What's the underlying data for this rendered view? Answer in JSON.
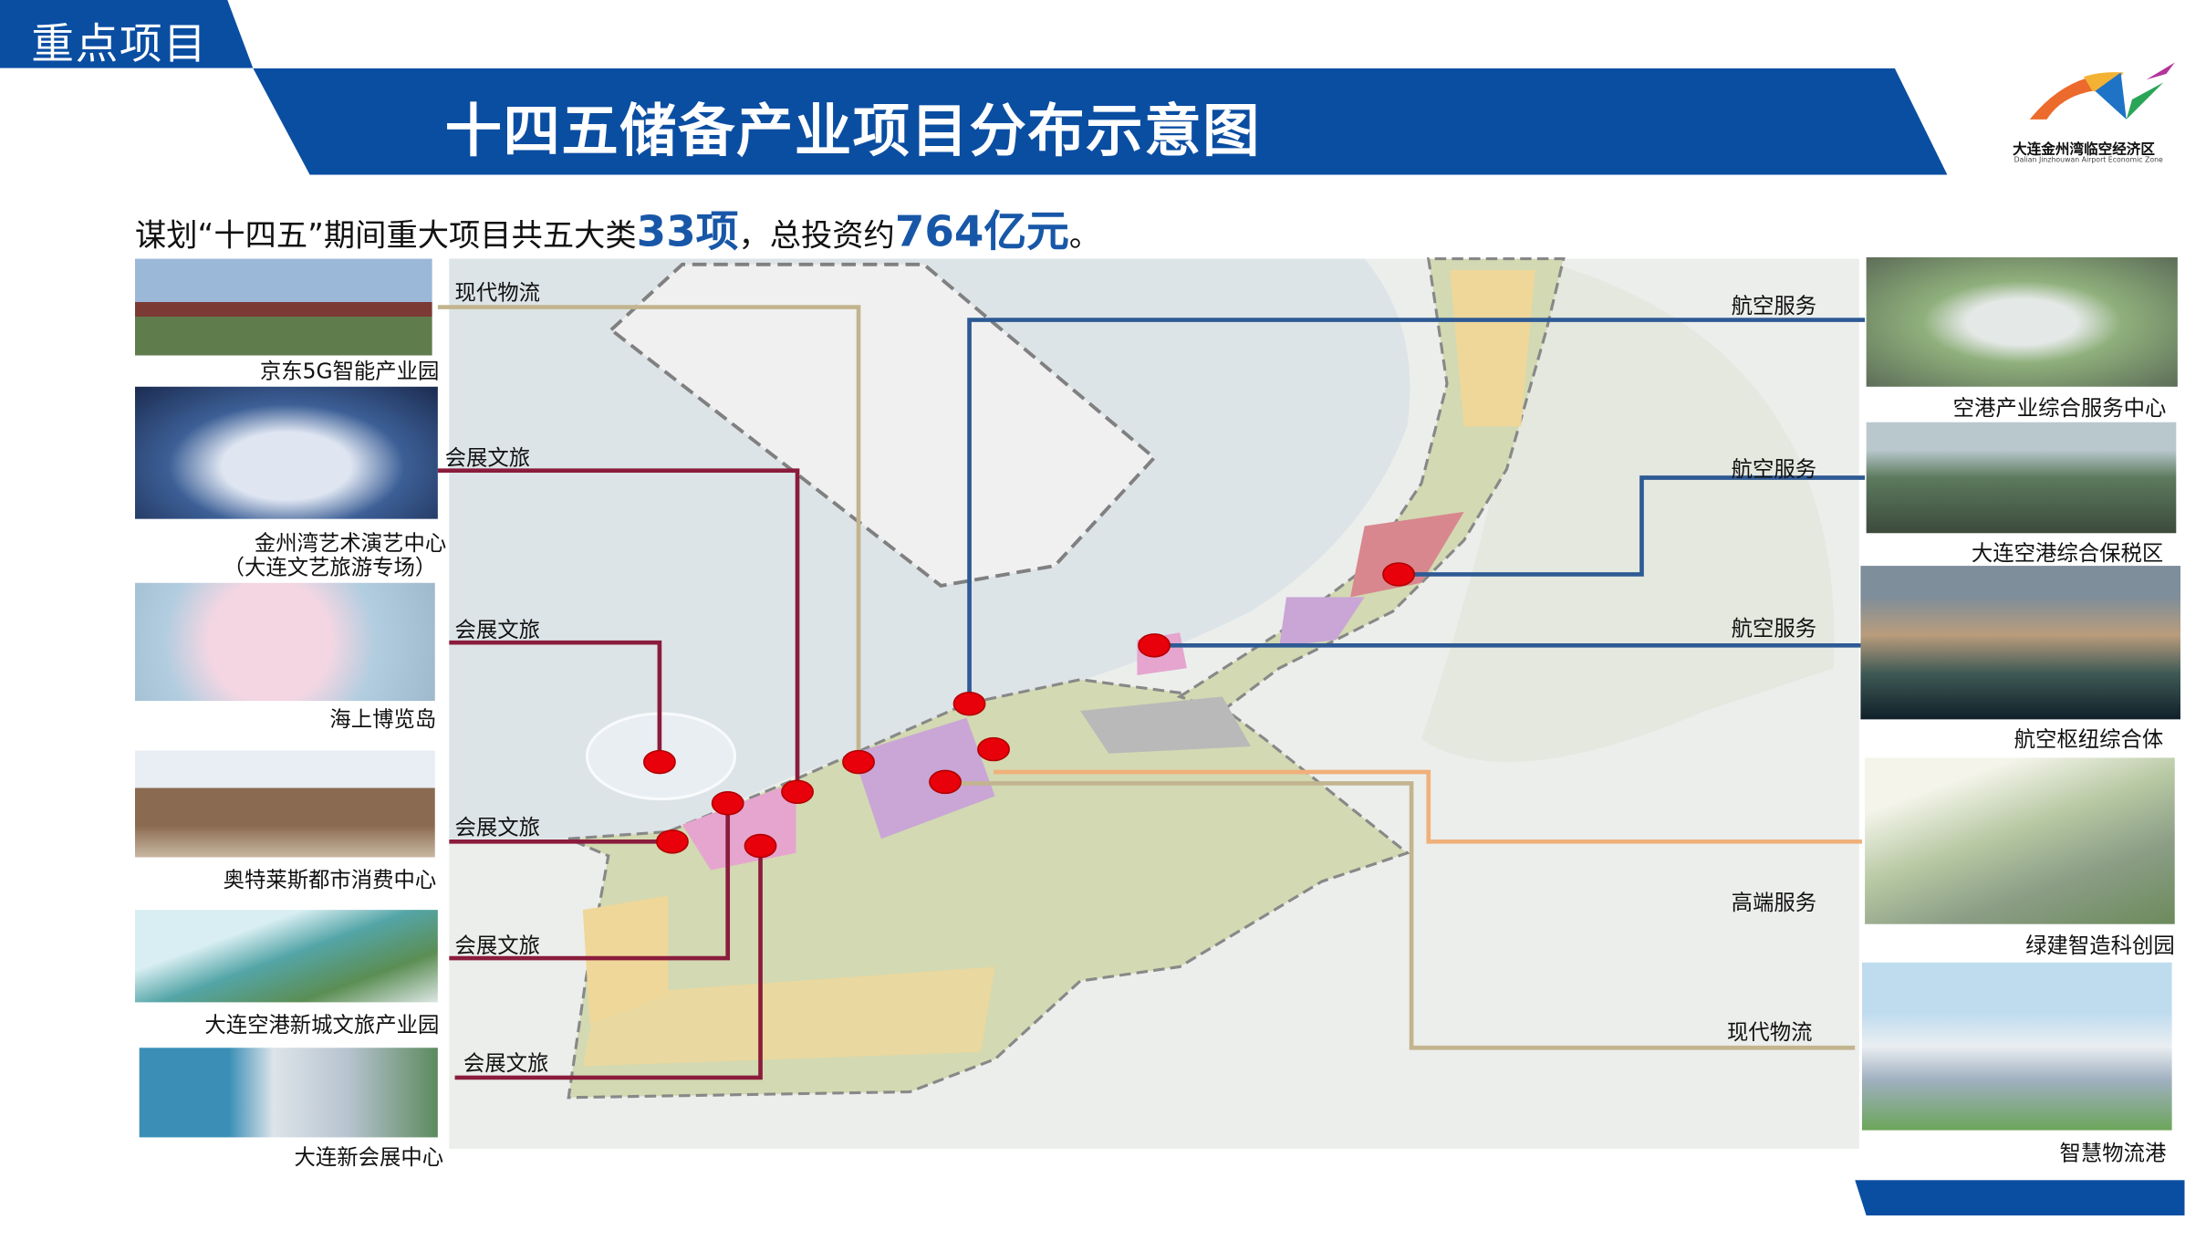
{
  "header": {
    "section_tag": "重点项目",
    "title": "十四五储备产业项目分布示意图",
    "logo": {
      "name_cn": "大连金州湾临空经济区",
      "name_en": "Dalian Jinzhouwan Airport Economic Zone"
    }
  },
  "summary": {
    "prefix": "谋划“十四五”期间重大项目共五大类",
    "count": "33项",
    "middle": "，总投资约",
    "investment": "764亿元",
    "suffix": "。",
    "highlight_color": "#1857a8"
  },
  "left_projects": [
    {
      "caption": "京东5G智能产业园",
      "category": "现代物流"
    },
    {
      "caption": "金州湾艺术演艺中心",
      "caption2": "（大连文艺旅游专场）",
      "category": "会展文旅"
    },
    {
      "caption": "海上博览岛",
      "category": "会展文旅"
    },
    {
      "caption": "奥特莱斯都市消费中心",
      "category": "会展文旅"
    },
    {
      "caption": "大连空港新城文旅产业园",
      "category": "会展文旅"
    },
    {
      "caption": "大连新会展中心",
      "category": "会展文旅"
    }
  ],
  "right_projects": [
    {
      "caption": "空港产业综合服务中心",
      "category": "航空服务"
    },
    {
      "caption": "大连空港综合保税区",
      "category": "航空服务"
    },
    {
      "caption": "航空枢纽综合体",
      "category": "航空服务"
    },
    {
      "caption": "绿建智造科创园",
      "category": "高端服务"
    },
    {
      "caption": "智慧物流港",
      "category": "现代物流"
    }
  ],
  "colors": {
    "brand_blue": "#0a4ea2",
    "line_logistics": "#c2b48e",
    "line_exhibition": "#8a1c3c",
    "line_aviation": "#2e5a94",
    "line_highend": "#f0b07a",
    "marker": "#e8000b"
  }
}
